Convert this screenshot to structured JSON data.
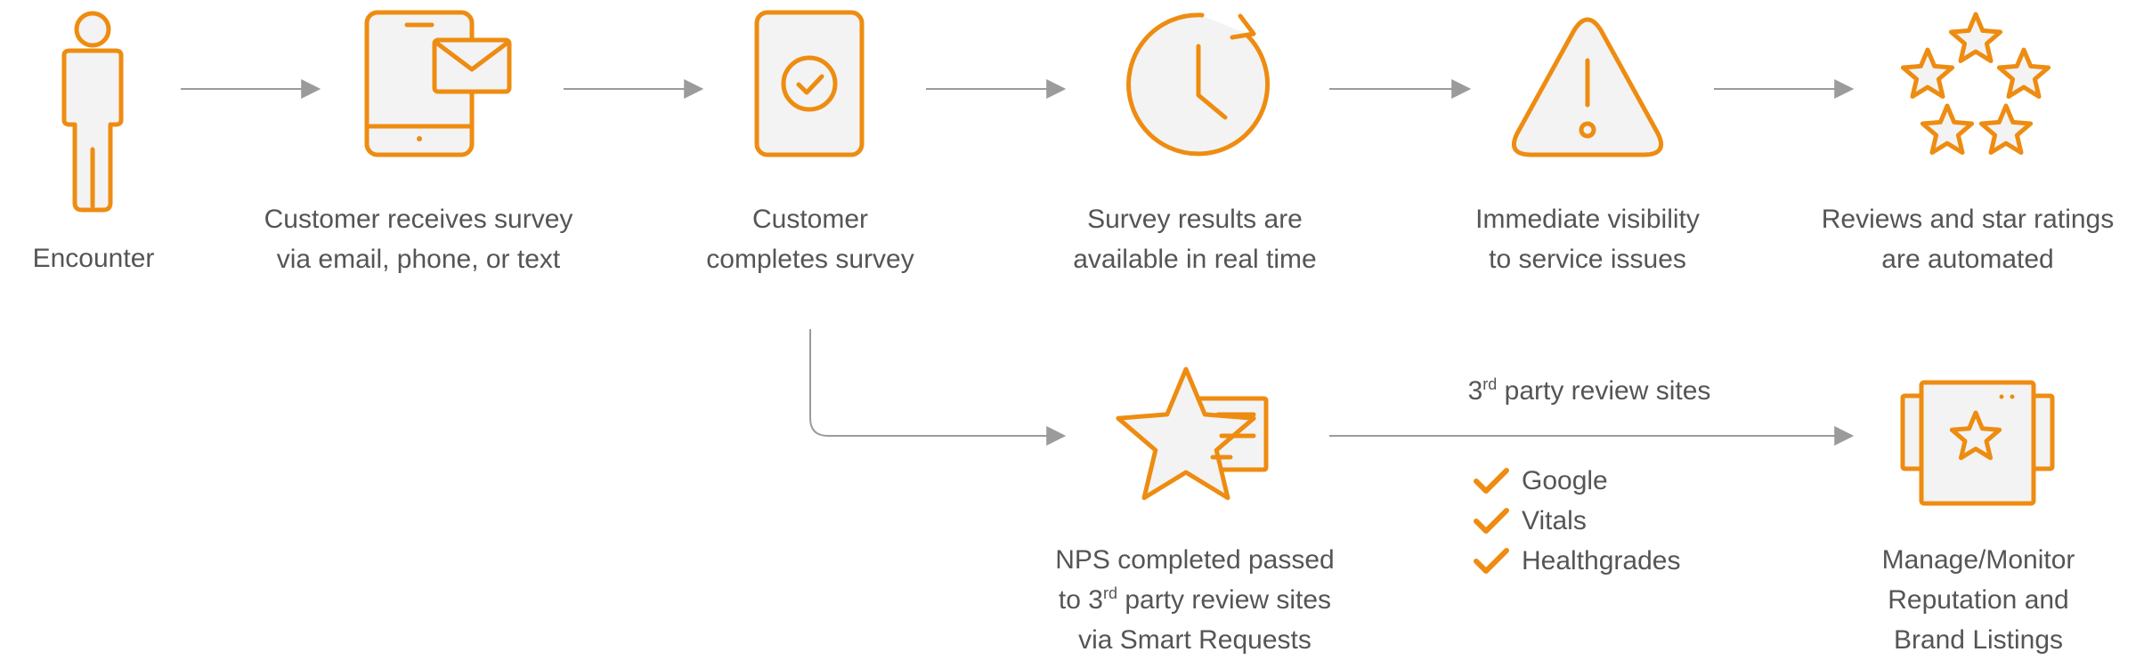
{
  "colors": {
    "accent": "#EE8C11",
    "icon_fill": "#F3F3F3",
    "arrow": "#9B9B9B",
    "text": "#555555"
  },
  "steps": [
    {
      "icon": "person-icon",
      "lines": [
        "Encounter"
      ]
    },
    {
      "icon": "tablet-email-icon",
      "lines": [
        "Customer receives survey",
        "via email, phone, or text"
      ]
    },
    {
      "icon": "clipboard-check-icon",
      "lines": [
        "Customer",
        "completes survey"
      ]
    },
    {
      "icon": "clock-icon",
      "lines": [
        "Survey results are",
        "available in real time"
      ]
    },
    {
      "icon": "warning-icon",
      "lines": [
        "Immediate visibility",
        "to service issues"
      ]
    },
    {
      "icon": "stars-icon",
      "lines": [
        "Reviews and star ratings",
        "are automated"
      ]
    }
  ],
  "nps": {
    "icon": "star-message-icon",
    "line1": "NPS completed passed",
    "line2_pre": "to 3",
    "line2_sup": "rd",
    "line2_post": " party review sites",
    "line3": "via Smart Requests"
  },
  "review_sites": {
    "title_pre": "3",
    "title_sup": "rd",
    "title_post": " party review sites",
    "items": [
      "Google",
      "Vitals",
      "Healthgrades"
    ]
  },
  "manage": {
    "icon": "browser-star-icon",
    "lines": [
      "Manage/Monitor",
      "Reputation and",
      "Brand Listings"
    ]
  }
}
